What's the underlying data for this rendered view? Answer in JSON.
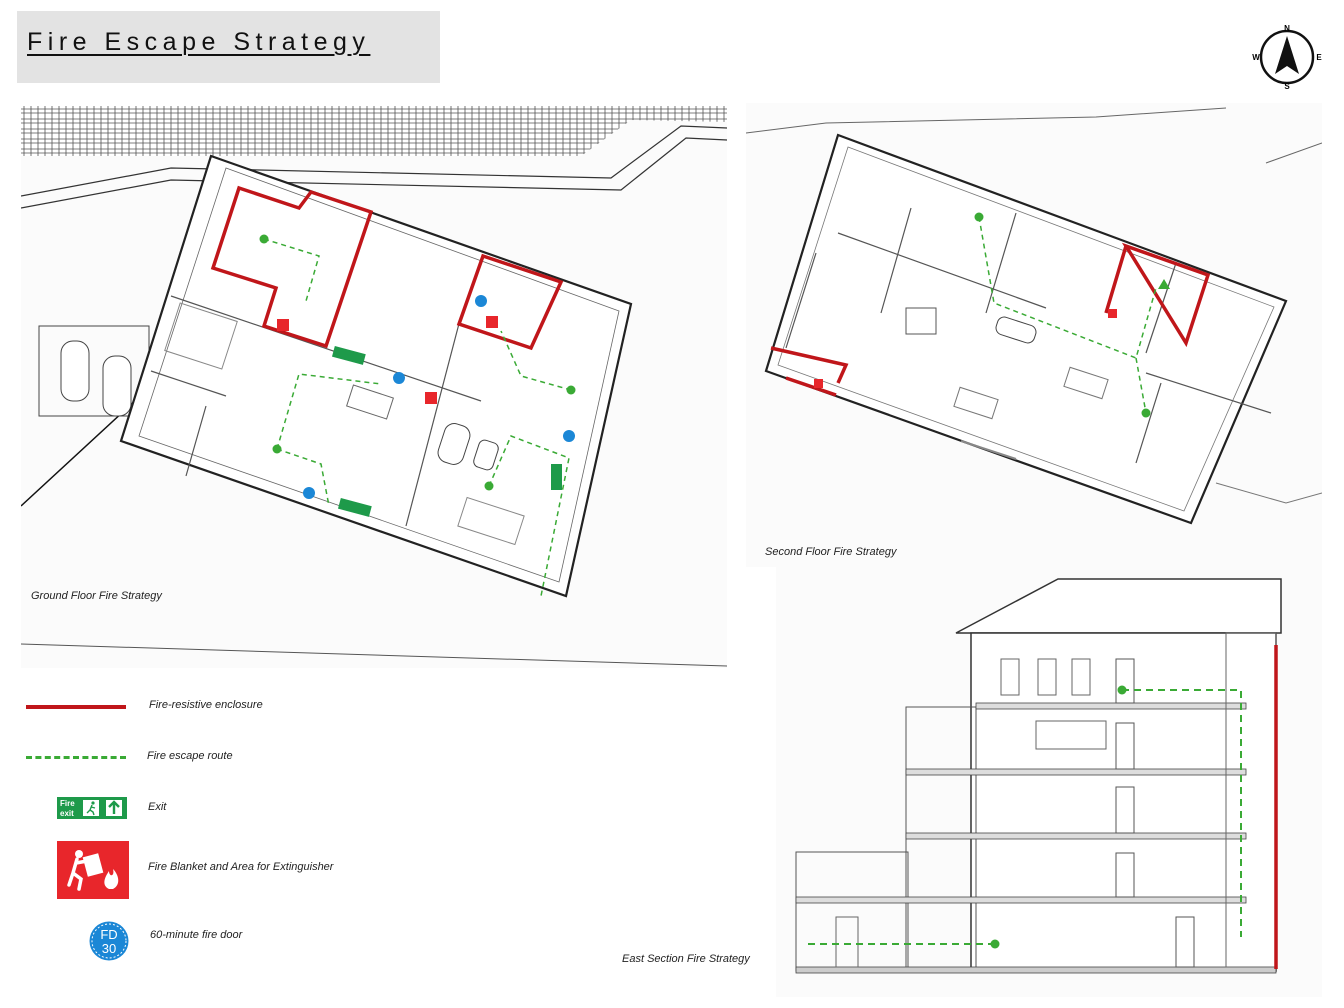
{
  "title": "Fire Escape Strategy",
  "compass": {
    "n": "N",
    "s": "S",
    "e": "E",
    "w": "W"
  },
  "captions": {
    "ground": "Ground Floor Fire Strategy",
    "second": "Second Floor Fire Strategy",
    "section": "East Section Fire Strategy"
  },
  "legend": {
    "enclosure": "Fire-resistive enclosure",
    "route": "Fire escape route",
    "exit": "Exit",
    "blanket": "Fire Blanket and Area for Extinguisher",
    "door": "60-minute fire door"
  },
  "exit_sign": {
    "line1": "Fire",
    "line2": "exit"
  },
  "fire_door_badge": {
    "line1": "FD",
    "line2": "30"
  },
  "colors": {
    "enclosure": "#c0161a",
    "route": "#3aaa35",
    "exit_green": "#1e9a4a",
    "blanket_red": "#e8262b",
    "door_blue": "#1b87d6"
  }
}
